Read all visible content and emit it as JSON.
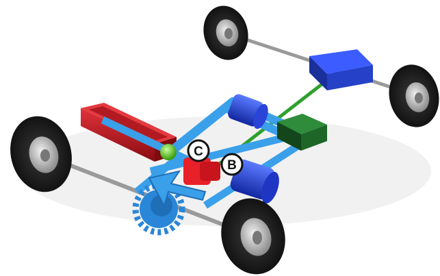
{
  "labels": {
    "c": "C",
    "b": "B"
  },
  "colors": {
    "background": "#ffffff",
    "tire": "#1c1c1c",
    "rim": "#c8c8c8",
    "axle": "#9a9a9a",
    "frame": "#3aa0ea",
    "frame_dark": "#1f6fb8",
    "red_block": "#c0141b",
    "green_block": "#1f6b2a",
    "blue_block": "#1f3fbf",
    "green_shaft": "#2fa02f",
    "green_ball": "#57d11f",
    "gear": "#2a86d8",
    "red_part": "#e8202a"
  },
  "icons": {
    "label_badge": "circled-letter"
  }
}
